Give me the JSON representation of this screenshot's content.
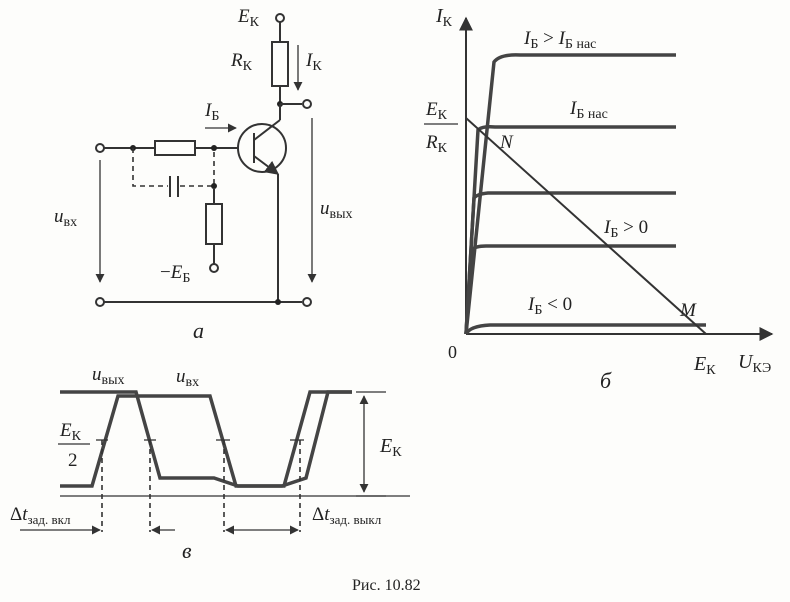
{
  "panel_a": {
    "supply": {
      "E": "E",
      "sub": "К"
    },
    "resistor_collector": {
      "R": "R",
      "sub": "К"
    },
    "collector_current": {
      "I": "I",
      "sub": "К"
    },
    "base_current": {
      "I": "I",
      "sub": "Б"
    },
    "input_voltage": {
      "u": "u",
      "sub": "вх"
    },
    "output_voltage": {
      "u": "u",
      "sub": "вых"
    },
    "base_bias": {
      "prefix": "−",
      "E": "E",
      "sub": "Б"
    },
    "caption": "а"
  },
  "panel_b": {
    "y_axis": {
      "I": "I",
      "sub": "К"
    },
    "x_axis": {
      "U": "U",
      "sub": "КЭ"
    },
    "origin": "0",
    "y_intercept": {
      "num_E": "E",
      "num_sub": "К",
      "den_R": "R",
      "den_sub": "К"
    },
    "x_intercept": {
      "E": "E",
      "sub": "К"
    },
    "point_N": "N",
    "point_M": "M",
    "curve_labels": {
      "top": {
        "I1": "I",
        "s1": "Б",
        "op": " > ",
        "I2": "I",
        "s2": "Б нас"
      },
      "sat": {
        "I": "I",
        "sub": "Б нас"
      },
      "pos": {
        "I": "I",
        "sub": "Б",
        "rel": " > 0"
      },
      "neg": {
        "I": "I",
        "sub": "Б",
        "rel": " < 0"
      }
    },
    "caption": "б"
  },
  "panel_c": {
    "u_out": {
      "u": "u",
      "sub": "вых"
    },
    "u_in": {
      "u": "u",
      "sub": "вх"
    },
    "half_level": {
      "E": "E",
      "sub": "К",
      "den": "2"
    },
    "amplitude": {
      "E": "E",
      "sub": "К"
    },
    "delay_on": {
      "d": "Δ",
      "t": "t",
      "sub": "зад. вкл"
    },
    "delay_off": {
      "d": "Δ",
      "t": "t",
      "sub": "зад. выкл"
    },
    "caption": "в"
  },
  "figure_caption": "Рис.  10.82"
}
